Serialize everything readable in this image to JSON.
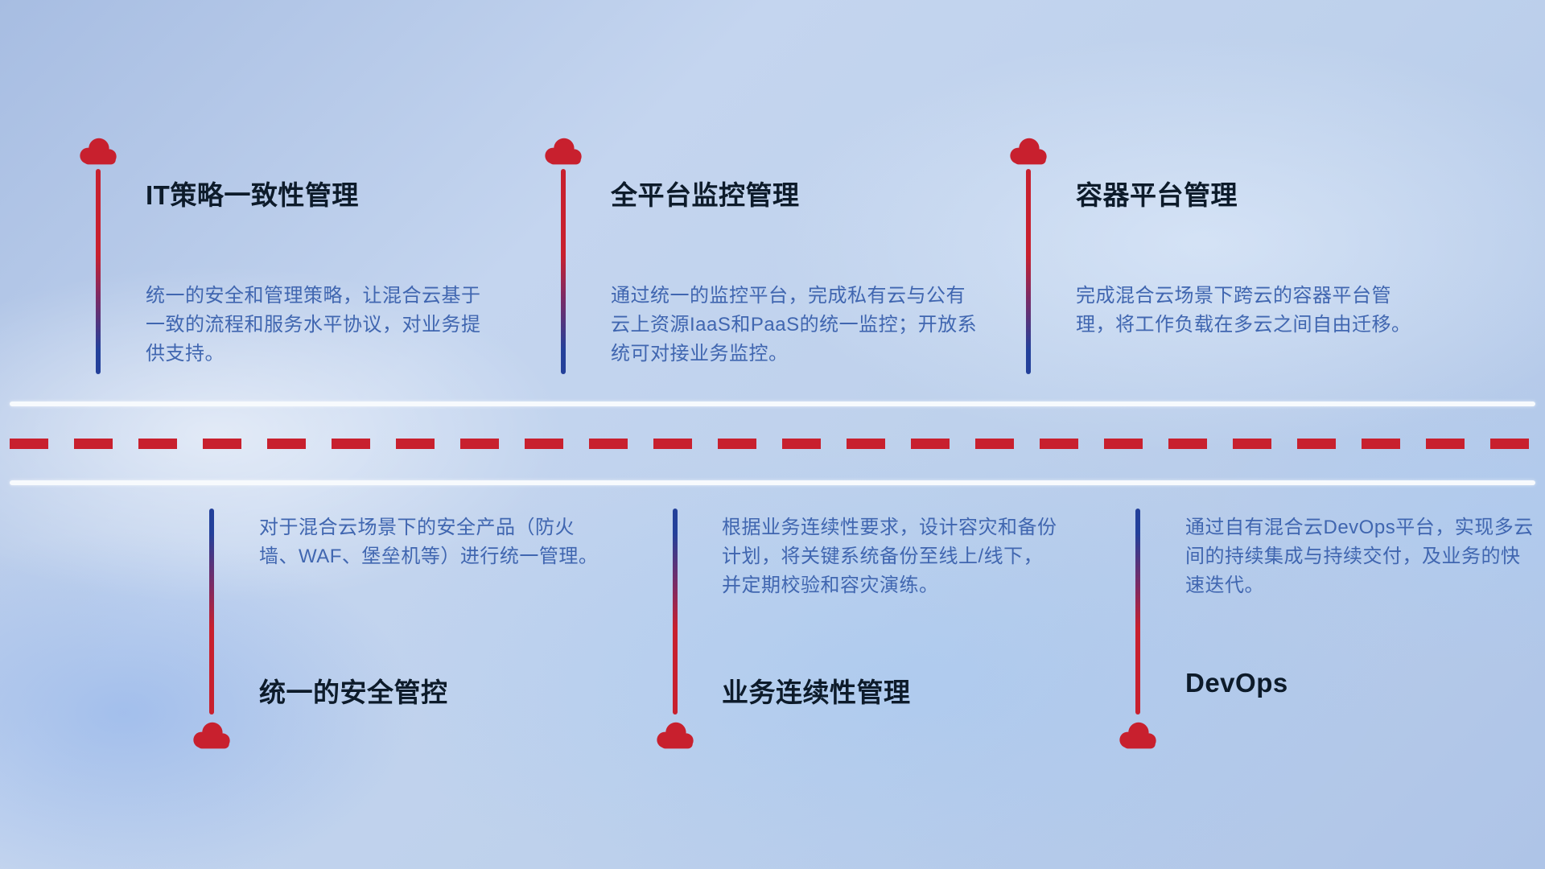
{
  "colors": {
    "accent_red": "#c8202e",
    "stem_blue": "#23409a",
    "title_text": "#0d1b2a",
    "description_text": "#4066b0",
    "divider_white": "#f7fafd"
  },
  "icons": {
    "marker": "cloud-icon"
  },
  "features_top": [
    {
      "title": "IT策略一致性管理",
      "description": "统一的安全和管理策略，让混合云基于一致的流程和服务水平协议，对业务提供支持。"
    },
    {
      "title": "全平台监控管理",
      "description": "通过统一的监控平台，完成私有云与公有云上资源IaaS和PaaS的统一监控；开放系统可对接业务监控。"
    },
    {
      "title": "容器平台管理",
      "description": "完成混合云场景下跨云的容器平台管理，将工作负载在多云之间自由迁移。"
    }
  ],
  "features_bottom": [
    {
      "title": "统一的安全管控",
      "description": "对于混合云场景下的安全产品（防火墙、WAF、堡垒机等）进行统一管理。"
    },
    {
      "title": "业务连续性管理",
      "description": "根据业务连续性要求，设计容灾和备份计划，将关键系统备份至线上/线下，并定期校验和容灾演练。"
    },
    {
      "title": "DevOps",
      "description": "通过自有混合云DevOps平台，实现多云间的持续集成与持续交付，及业务的快速迭代。"
    }
  ]
}
